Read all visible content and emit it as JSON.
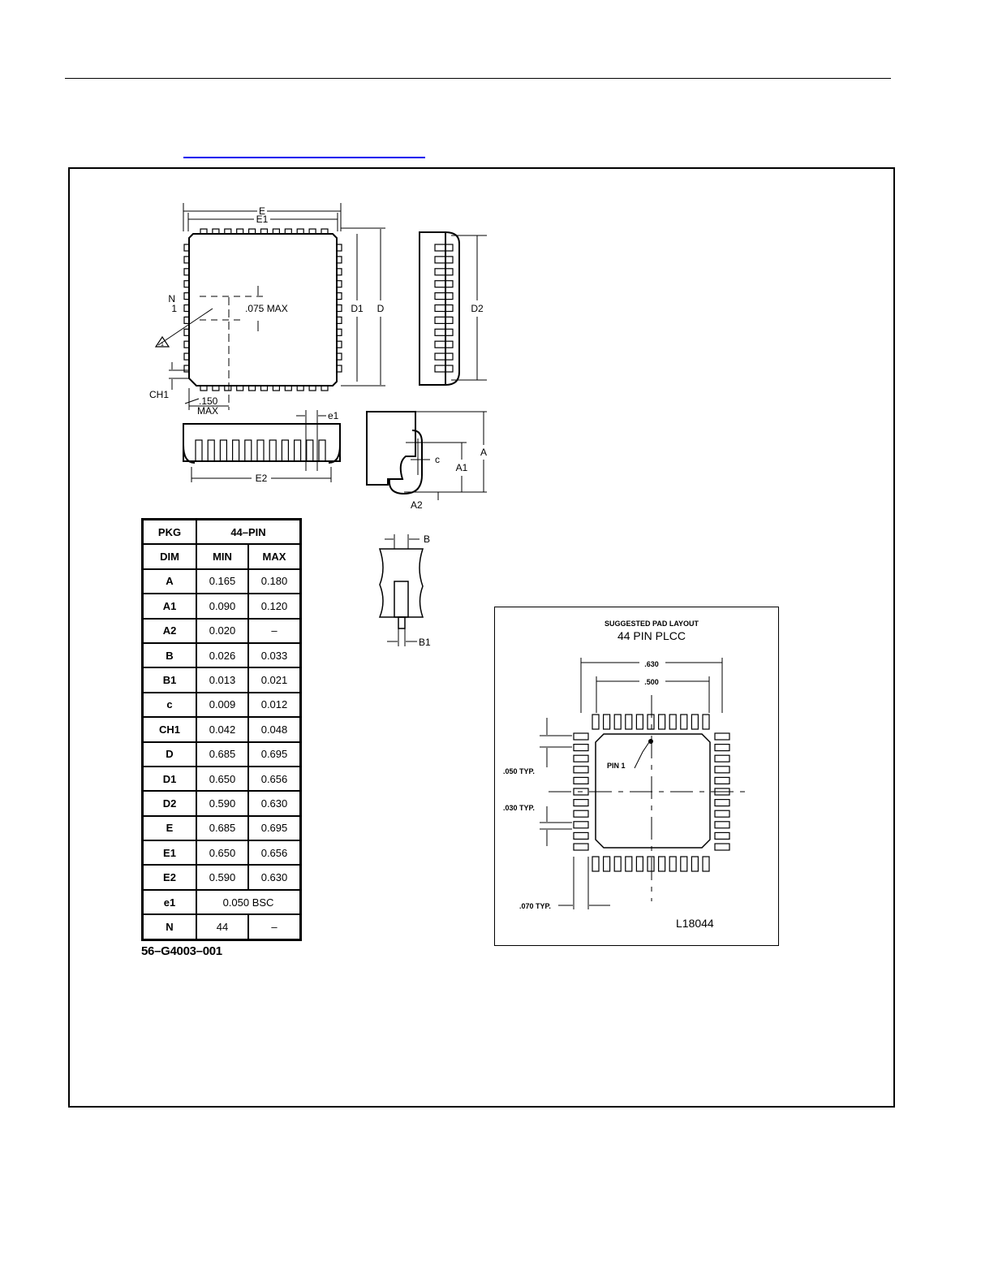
{
  "labels": {
    "E": "E",
    "E1": "E1",
    "D1": "D1",
    "D": "D",
    "D2": "D2",
    "N": "N",
    "one": "1",
    "max075": ".075 MAX",
    "CH1": "CH1",
    "d150": ".150",
    "MAX": "MAX",
    "e1": "e1",
    "E2": "E2",
    "c": "c",
    "A1": "A1",
    "A": "A",
    "A2": "A2",
    "B": "B",
    "B1": "B1",
    "note_mark": "1"
  },
  "table": {
    "header1": [
      "PKG",
      "44–PIN"
    ],
    "header2": [
      "DIM",
      "MIN",
      "MAX"
    ],
    "rows": [
      {
        "dim": "A",
        "min": "0.165",
        "max": "0.180"
      },
      {
        "dim": "A1",
        "min": "0.090",
        "max": "0.120"
      },
      {
        "dim": "A2",
        "min": "0.020",
        "max": "–"
      },
      {
        "dim": "B",
        "min": "0.026",
        "max": "0.033"
      },
      {
        "dim": "B1",
        "min": "0.013",
        "max": "0.021"
      },
      {
        "dim": "c",
        "min": "0.009",
        "max": "0.012"
      },
      {
        "dim": "CH1",
        "min": "0.042",
        "max": "0.048"
      },
      {
        "dim": "D",
        "min": "0.685",
        "max": "0.695"
      },
      {
        "dim": "D1",
        "min": "0.650",
        "max": "0.656"
      },
      {
        "dim": "D2",
        "min": "0.590",
        "max": "0.630"
      },
      {
        "dim": "E",
        "min": "0.685",
        "max": "0.695"
      },
      {
        "dim": "E1",
        "min": "0.650",
        "max": "0.656"
      },
      {
        "dim": "E2",
        "min": "0.590",
        "max": "0.630"
      }
    ],
    "e1_row": {
      "dim": "e1",
      "value": "0.050 BSC"
    },
    "n_row": {
      "dim": "N",
      "min": "44",
      "max": "–"
    },
    "package_number": "56–G4003–001"
  },
  "pad_layout": {
    "title1": "SUGGESTED PAD LAYOUT",
    "title2": "44 PIN PLCC",
    "dim_630": ".630",
    "dim_500": ".500",
    "dim_050": ".050 TYP.",
    "dim_030": ".030 TYP.",
    "dim_070": ".070 TYP.",
    "pin1": "PIN 1",
    "code": "L18044"
  }
}
